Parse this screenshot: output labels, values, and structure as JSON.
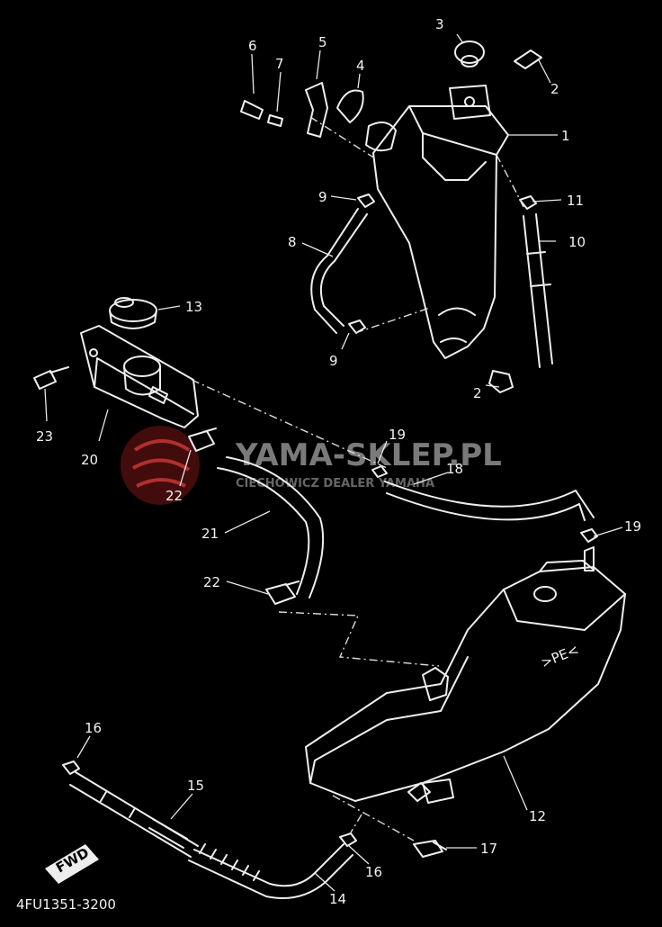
{
  "diagram": {
    "part_code": "4FU1351-3200",
    "callouts": [
      "1",
      "2",
      "2",
      "3",
      "4",
      "5",
      "6",
      "7",
      "8",
      "9",
      "9",
      "10",
      "11",
      "12",
      "13",
      "14",
      "15",
      "16",
      "16",
      "17",
      "18",
      "19",
      "19",
      "20",
      "21",
      "22",
      "22",
      "23"
    ],
    "tank_mark": ">PE<",
    "fwd_mark": "FWD"
  },
  "watermark": {
    "brand": "YAMA-SKLEP.PL",
    "subtitle": "CIECHOWICZ DEALER YAMAHA",
    "color": "#8a1a1a"
  }
}
